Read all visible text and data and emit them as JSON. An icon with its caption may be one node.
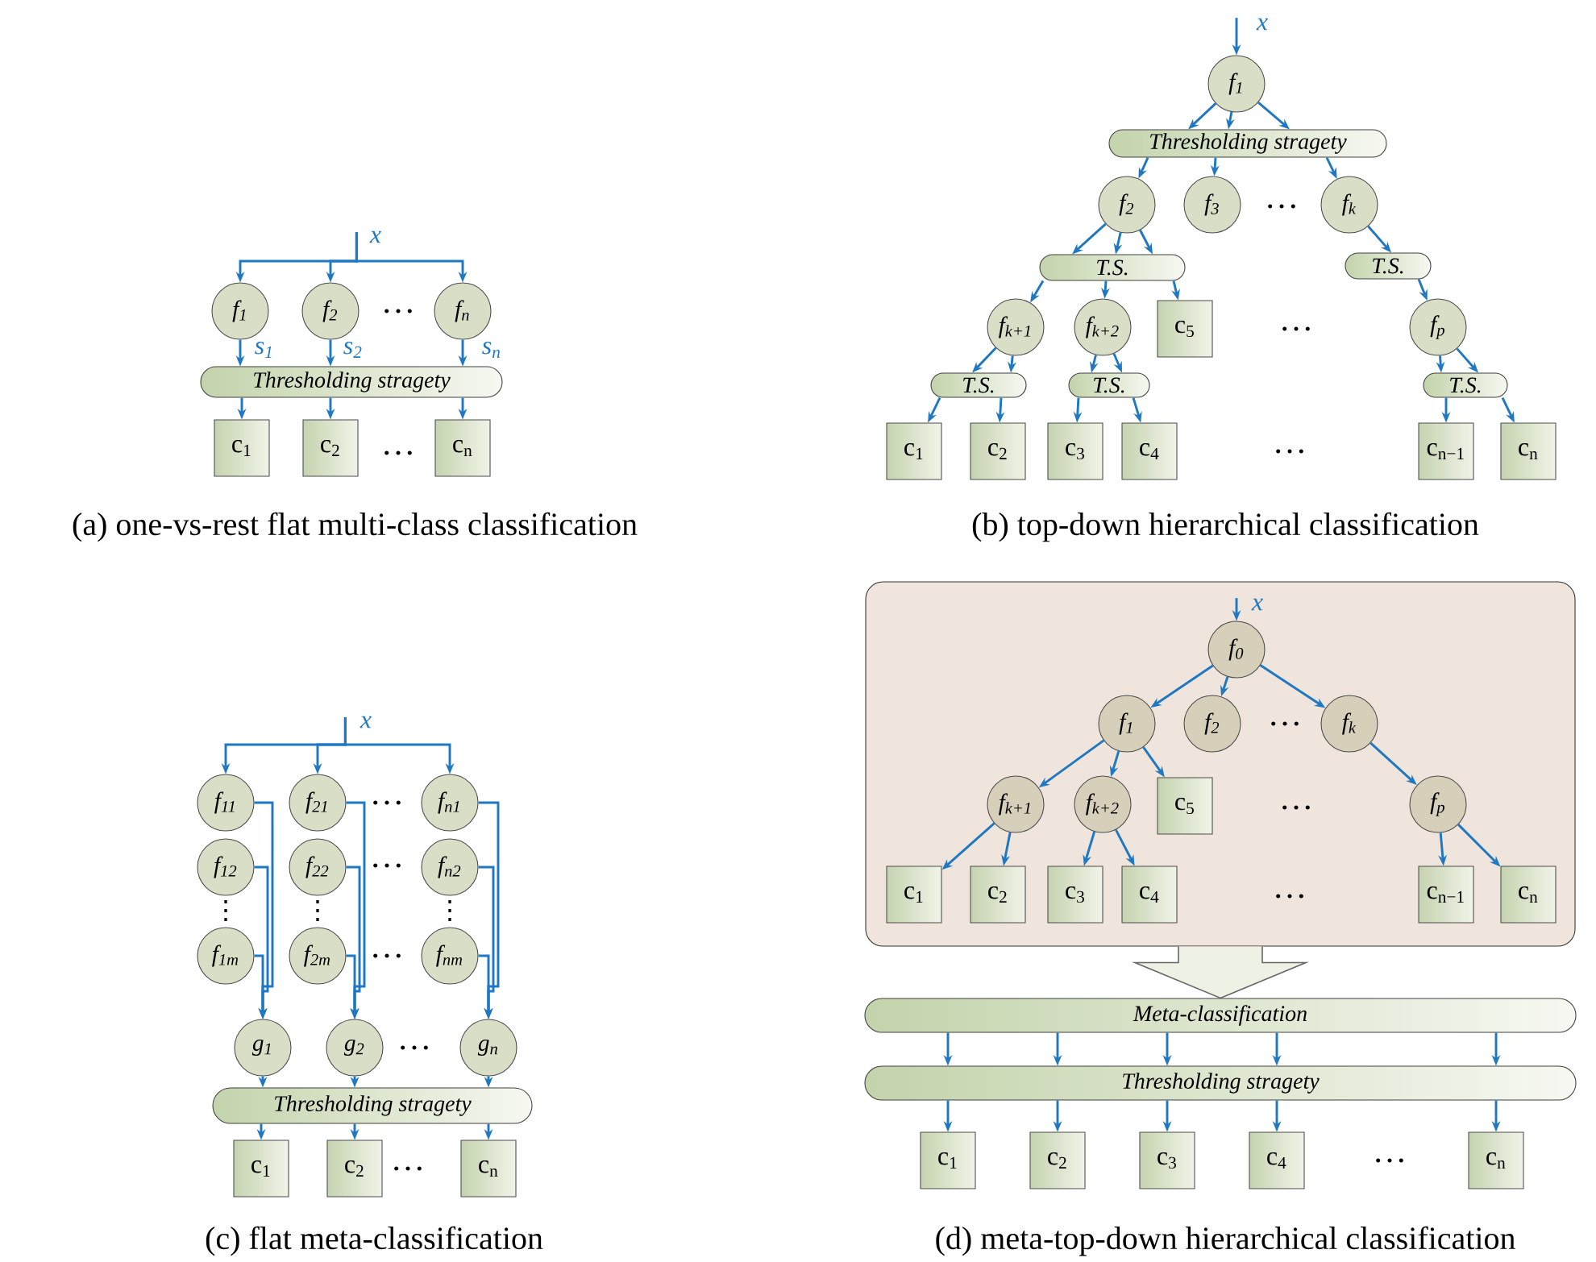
{
  "diagram": {
    "nodes": [
      {
        "text": [
          "x"
        ]
      },
      {
        "text": [
          "f$_{1}$"
        ]
      },
      {
        "text": [
          "f$_{2}$"
        ]
      },
      {
        "text": [
          "f$_{n}$"
        ]
      },
      {
        "text": [
          "Thresholding stragety"
        ]
      },
      {
        "text": [
          "c$_{1}$"
        ]
      },
      {
        "text": [
          "c$_{2}$"
        ]
      },
      {
        "text": [
          "c$_{n}$"
        ]
      },
      {
        "text": [
          "x"
        ]
      },
      {
        "text": [
          "f$_{1}$"
        ]
      },
      {
        "text": [
          "Thresholding stragety"
        ]
      },
      {
        "text": [
          "f$_{2}$"
        ]
      },
      {
        "text": [
          "f$_{3}$"
        ]
      },
      {
        "text": [
          "f$_{k}$"
        ]
      },
      {
        "text": [
          "T.S."
        ]
      },
      {
        "text": [
          "T.S."
        ]
      },
      {
        "text": [
          "f$_{k+1}$"
        ]
      },
      {
        "text": [
          "f$_{k+2}$"
        ]
      },
      {
        "text": [
          "c$_{5}$"
        ]
      },
      {
        "text": [
          "f$_{p}$"
        ]
      },
      {
        "text": [
          "T.S."
        ]
      },
      {
        "text": [
          "T.S."
        ]
      },
      {
        "text": [
          "T.S."
        ]
      },
      {
        "text": [
          "c$_{1}$"
        ]
      },
      {
        "text": [
          "c$_{2}$"
        ]
      },
      {
        "text": [
          "c$_{3}$"
        ]
      },
      {
        "text": [
          "c$_{4}$"
        ]
      },
      {
        "text": [
          "c$_{n−1}$"
        ]
      },
      {
        "text": [
          "c$_{n}$"
        ]
      },
      {
        "text": [
          "x"
        ]
      },
      {
        "text": [
          "f$_{11}$"
        ]
      },
      {
        "text": [
          "f$_{21}$"
        ]
      },
      {
        "text": [
          "f$_{n1}$"
        ]
      },
      {
        "text": [
          "f$_{12}$"
        ]
      },
      {
        "text": [
          "f$_{22}$"
        ]
      },
      {
        "text": [
          "f$_{n2}$"
        ]
      },
      {
        "text": [
          "f$_{1m}$"
        ]
      },
      {
        "text": [
          "f$_{2m}$"
        ]
      },
      {
        "text": [
          "f$_{nm}$"
        ]
      },
      {
        "text": [
          "g$_{1}$"
        ]
      },
      {
        "text": [
          "g$_{2}$"
        ]
      },
      {
        "text": [
          "g$_{n}$"
        ]
      },
      {
        "text": [
          "Thresholding stragety"
        ]
      },
      {
        "text": [
          "c$_{1}$"
        ]
      },
      {
        "text": [
          "c$_{2}$"
        ]
      },
      {
        "text": [
          "c$_{n}$"
        ]
      },
      {
        "text": [],
        "shape": "box"
      },
      {
        "text": [
          "x"
        ],
        "in": 46
      },
      {
        "text": [
          "f$_{0}$"
        ],
        "in": 46
      },
      {
        "text": [
          "f$_{1}$"
        ],
        "in": 46
      },
      {
        "text": [
          "f$_{2}$"
        ],
        "in": 46
      },
      {
        "text": [
          "f$_{k}$"
        ],
        "in": 46
      },
      {
        "text": [
          "f$_{k+1}$"
        ],
        "in": 46
      },
      {
        "text": [
          "f$_{k+2}$"
        ],
        "in": 46
      },
      {
        "text": [
          "c$_{5}$"
        ],
        "in": 46
      },
      {
        "text": [
          "f$_{p}$"
        ],
        "in": 46
      },
      {
        "text": [
          "c$_{1}$"
        ],
        "in": 46
      },
      {
        "text": [
          "c$_{2}$"
        ],
        "in": 46
      },
      {
        "text": [
          "c$_{3}$"
        ],
        "in": 46
      },
      {
        "text": [
          "c$_{4}$"
        ],
        "in": 46
      },
      {
        "text": [
          "c$_{n−1}$"
        ],
        "in": 46
      },
      {
        "text": [
          "c$_{n}$"
        ],
        "in": 46
      },
      {
        "text": [
          "Meta-classification"
        ]
      },
      {
        "text": [
          "Thresholding stragety"
        ]
      },
      {
        "text": [
          "c$_{1}$"
        ]
      },
      {
        "text": [
          "c$_{2}$"
        ]
      },
      {
        "text": [
          "c$_{3}$"
        ]
      },
      {
        "text": [
          "c$_{4}$"
        ]
      },
      {
        "text": [
          "c$_{n}$"
        ]
      }
    ],
    "edges": [
      {
        "from": 0,
        "to": 1,
        "arrow": "to"
      },
      {
        "from": 0,
        "to": 2,
        "arrow": "to"
      },
      {
        "from": 0,
        "to": 3,
        "arrow": "to"
      },
      {
        "from": 1,
        "to": 4,
        "arrow": "to",
        "label": "s$_{1}$"
      },
      {
        "from": 2,
        "to": 4,
        "arrow": "to",
        "label": "s$_{2}$"
      },
      {
        "from": 3,
        "to": 4,
        "arrow": "to",
        "label": "s$_{n}$"
      },
      {
        "from": 4,
        "to": 5,
        "arrow": "to"
      },
      {
        "from": 4,
        "to": 6,
        "arrow": "to"
      },
      {
        "from": 4,
        "to": 7,
        "arrow": "to"
      },
      {
        "from": 8,
        "to": 9,
        "arrow": "to"
      },
      {
        "from": 9,
        "to": 10,
        "arrow": "to"
      },
      {
        "from": 9,
        "to": 10,
        "arrow": "to"
      },
      {
        "from": 9,
        "to": 10,
        "arrow": "to"
      },
      {
        "from": 10,
        "to": 11,
        "arrow": "to"
      },
      {
        "from": 10,
        "to": 12,
        "arrow": "to"
      },
      {
        "from": 10,
        "to": 13,
        "arrow": "to"
      },
      {
        "from": 11,
        "to": 14,
        "arrow": "to"
      },
      {
        "from": 11,
        "to": 14,
        "arrow": "to"
      },
      {
        "from": 11,
        "to": 14,
        "arrow": "to"
      },
      {
        "from": 14,
        "to": 16,
        "arrow": "to"
      },
      {
        "from": 14,
        "to": 17,
        "arrow": "to"
      },
      {
        "from": 14,
        "to": 18,
        "arrow": "to"
      },
      {
        "from": 13,
        "to": 15,
        "arrow": "to"
      },
      {
        "from": 15,
        "to": 19,
        "arrow": "to"
      },
      {
        "from": 16,
        "to": 20,
        "arrow": "to"
      },
      {
        "from": 16,
        "to": 20,
        "arrow": "to"
      },
      {
        "from": 20,
        "to": 23,
        "arrow": "to"
      },
      {
        "from": 20,
        "to": 24,
        "arrow": "to"
      },
      {
        "from": 17,
        "to": 21,
        "arrow": "to"
      },
      {
        "from": 17,
        "to": 21,
        "arrow": "to"
      },
      {
        "from": 21,
        "to": 25,
        "arrow": "to"
      },
      {
        "from": 21,
        "to": 26,
        "arrow": "to"
      },
      {
        "from": 19,
        "to": 22,
        "arrow": "to"
      },
      {
        "from": 19,
        "to": 22,
        "arrow": "to"
      },
      {
        "from": 22,
        "to": 27,
        "arrow": "to"
      },
      {
        "from": 22,
        "to": 28,
        "arrow": "to"
      },
      {
        "from": 29,
        "to": 30,
        "arrow": "to"
      },
      {
        "from": 29,
        "to": 31,
        "arrow": "to"
      },
      {
        "from": 29,
        "to": 32,
        "arrow": "to"
      },
      {
        "from": 30,
        "to": 39,
        "arrow": "to"
      },
      {
        "from": 33,
        "to": 39,
        "arrow": "to"
      },
      {
        "from": 36,
        "to": 39,
        "arrow": "to"
      },
      {
        "from": 31,
        "to": 40,
        "arrow": "to"
      },
      {
        "from": 34,
        "to": 40,
        "arrow": "to"
      },
      {
        "from": 37,
        "to": 40,
        "arrow": "to"
      },
      {
        "from": 32,
        "to": 41,
        "arrow": "to"
      },
      {
        "from": 35,
        "to": 41,
        "arrow": "to"
      },
      {
        "from": 38,
        "to": 41,
        "arrow": "to"
      },
      {
        "from": 39,
        "to": 42,
        "arrow": "to"
      },
      {
        "from": 40,
        "to": 42,
        "arrow": "to"
      },
      {
        "from": 41,
        "to": 42,
        "arrow": "to"
      },
      {
        "from": 42,
        "to": 43,
        "arrow": "to"
      },
      {
        "from": 42,
        "to": 44,
        "arrow": "to"
      },
      {
        "from": 42,
        "to": 45,
        "arrow": "to"
      },
      {
        "from": 46,
        "to": 62,
        "arrow": "to"
      },
      {
        "from": 47,
        "to": 48,
        "arrow": "to"
      },
      {
        "from": 48,
        "to": 49,
        "arrow": "to"
      },
      {
        "from": 48,
        "to": 50,
        "arrow": "to"
      },
      {
        "from": 48,
        "to": 51,
        "arrow": "to"
      },
      {
        "from": 49,
        "to": 52,
        "arrow": "to"
      },
      {
        "from": 49,
        "to": 53,
        "arrow": "to"
      },
      {
        "from": 49,
        "to": 54,
        "arrow": "to"
      },
      {
        "from": 51,
        "to": 55,
        "arrow": "to"
      },
      {
        "from": 52,
        "to": 56,
        "arrow": "to"
      },
      {
        "from": 52,
        "to": 57,
        "arrow": "to"
      },
      {
        "from": 53,
        "to": 58,
        "arrow": "to"
      },
      {
        "from": 53,
        "to": 59,
        "arrow": "to"
      },
      {
        "from": 55,
        "to": 60,
        "arrow": "to"
      },
      {
        "from": 55,
        "to": 61,
        "arrow": "to"
      },
      {
        "from": 62,
        "to": 63,
        "arrow": "to"
      },
      {
        "from": 62,
        "to": 63,
        "arrow": "to"
      },
      {
        "from": 62,
        "to": 63,
        "arrow": "to"
      },
      {
        "from": 62,
        "to": 63,
        "arrow": "to"
      },
      {
        "from": 62,
        "to": 63,
        "arrow": "to"
      },
      {
        "from": 63,
        "to": 64,
        "arrow": "to"
      },
      {
        "from": 63,
        "to": 65,
        "arrow": "to"
      },
      {
        "from": 63,
        "to": 66,
        "arrow": "to"
      },
      {
        "from": 63,
        "to": 67,
        "arrow": "to"
      },
      {
        "from": 63,
        "to": 68,
        "arrow": "to"
      }
    ],
    "labels": [
      "…",
      "…",
      "(a) one-vs-rest flat multi-class classification",
      "…",
      "…",
      "…",
      "(b) top-down hierarchical classification",
      "…",
      "…",
      "⋮",
      "⋮",
      "⋮",
      "…",
      "…",
      "…",
      "(c) flat meta-classification",
      "…",
      "…",
      "…",
      "…",
      "(d) meta-top-down hierarchical classification"
    ]
  }
}
